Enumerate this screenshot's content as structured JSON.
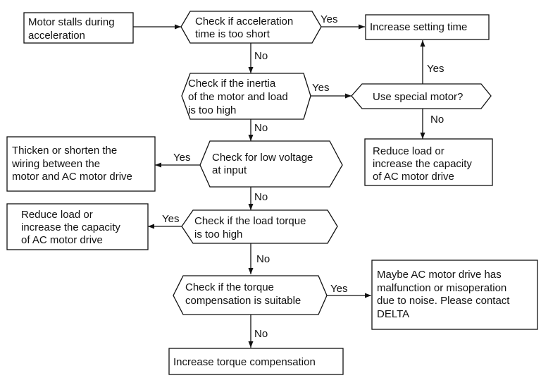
{
  "diagram": {
    "nodes": {
      "stall": {
        "lines": [
          "Motor stalls during",
          "acceleration"
        ]
      },
      "check_accel": {
        "lines": [
          "Check if acceleration",
          "time is too short"
        ]
      },
      "increase_time": {
        "lines": [
          "Increase setting time"
        ]
      },
      "check_inertia": {
        "lines": [
          "Check if the inertia",
          "of the motor and load",
          "is too high"
        ]
      },
      "special_motor": {
        "lines": [
          "Use special motor?"
        ]
      },
      "reduce_load_right": {
        "lines": [
          "Reduce load or",
          "increase the capacity",
          "of AC motor drive"
        ]
      },
      "check_voltage": {
        "lines": [
          "Check for low voltage",
          "at input"
        ]
      },
      "thicken_wiring": {
        "lines": [
          "Thicken or shorten the",
          "wiring between the",
          "motor and AC motor drive"
        ]
      },
      "check_torque": {
        "lines": [
          "Check if the load torque",
          "is too high"
        ]
      },
      "reduce_load_left": {
        "lines": [
          "Reduce load or",
          "increase the capacity",
          "of AC motor drive"
        ]
      },
      "check_compensation": {
        "lines": [
          "Check if the torque",
          "compensation is suitable"
        ]
      },
      "contact_delta": {
        "lines": [
          "Maybe AC motor drive has",
          "malfunction or misoperation",
          "due to noise. Please contact",
          "DELTA"
        ]
      },
      "increase_compensation": {
        "lines": [
          "Increase torque compensation"
        ]
      }
    },
    "edge_labels": {
      "accel_yes": "Yes",
      "accel_no": "No",
      "inertia_yes": "Yes",
      "special_yes": "Yes",
      "special_no": "No",
      "inertia_no": "No",
      "voltage_yes": "Yes",
      "voltage_no": "No",
      "torque_yes": "Yes",
      "torque_no": "No",
      "comp_yes": "Yes",
      "comp_no": "No"
    }
  }
}
